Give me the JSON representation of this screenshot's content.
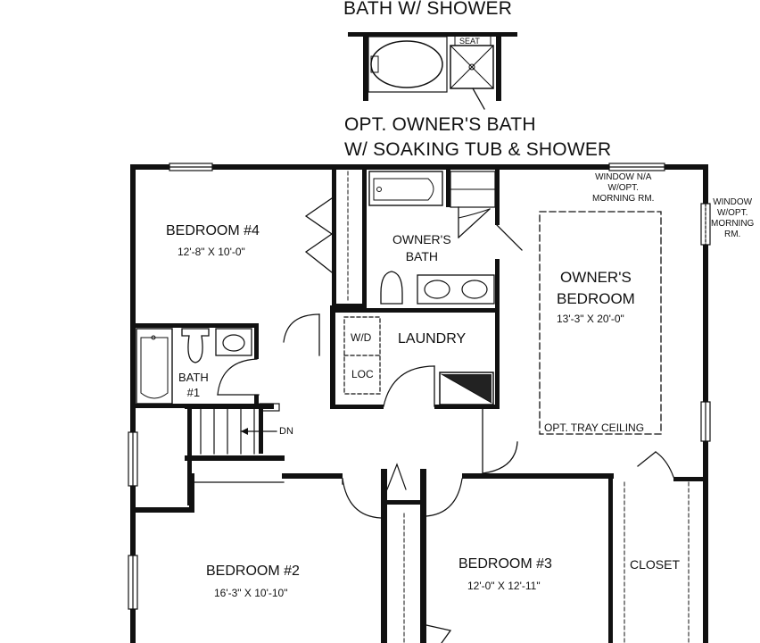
{
  "option_labels": {
    "bath_shower": "BATH W/ SHOWER",
    "seat": "SEAT",
    "owners_bath_line1": "OPT. OWNER'S BATH",
    "owners_bath_line2": "W/ SOAKING TUB & SHOWER"
  },
  "window_notes": {
    "top": [
      "WINDOW N/A",
      "W/OPT.",
      "MORNING RM."
    ],
    "right": [
      "WINDOW",
      "W/OPT.",
      "MORNING",
      "RM."
    ]
  },
  "rooms": {
    "bedroom4": {
      "name": "BEDROOM #4",
      "dims": "12'-8\" X 10'-0\""
    },
    "owners_bath": {
      "line1": "OWNER'S",
      "line2": "BATH"
    },
    "owners_bedroom": {
      "line1": "OWNER'S",
      "line2": "BEDROOM",
      "dims": "13'-3\" X 20'-0\""
    },
    "tray_ceiling": "OPT. TRAY CEILING",
    "laundry": "LAUNDRY",
    "wd": "W/D",
    "loc": "LOC",
    "bath1": {
      "line1": "BATH",
      "line2": "#1"
    },
    "stairs_dn": "DN",
    "bedroom2": {
      "name": "BEDROOM #2",
      "dims": "16'-3\" X 10'-10\""
    },
    "bedroom3": {
      "name": "BEDROOM #3",
      "dims": "12'-0\" X 12'-11\""
    },
    "closet": "CLOSET"
  }
}
